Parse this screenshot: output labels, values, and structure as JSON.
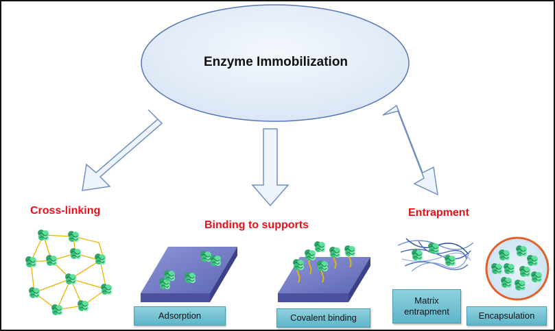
{
  "title": "Enzyme Immobilization",
  "categories": {
    "cross_linking": "Cross-linking",
    "binding": "Binding to supports",
    "entrapment": "Entrapment"
  },
  "labels": {
    "adsorption": "Adsorption",
    "covalent": "Covalent binding",
    "matrix": "Matrix entrapment",
    "encapsulation": "Encapsulation"
  },
  "colors": {
    "category_text": "#e8101a",
    "ellipse_fill": "#e3ecf8",
    "arrow_fill": "#eef4fb",
    "enzyme": "#4fcf8a",
    "linker": "#e8b400",
    "support": "#6f79c2",
    "label_box": "#7cc6d6",
    "capsule_ring": "#e0602a"
  }
}
